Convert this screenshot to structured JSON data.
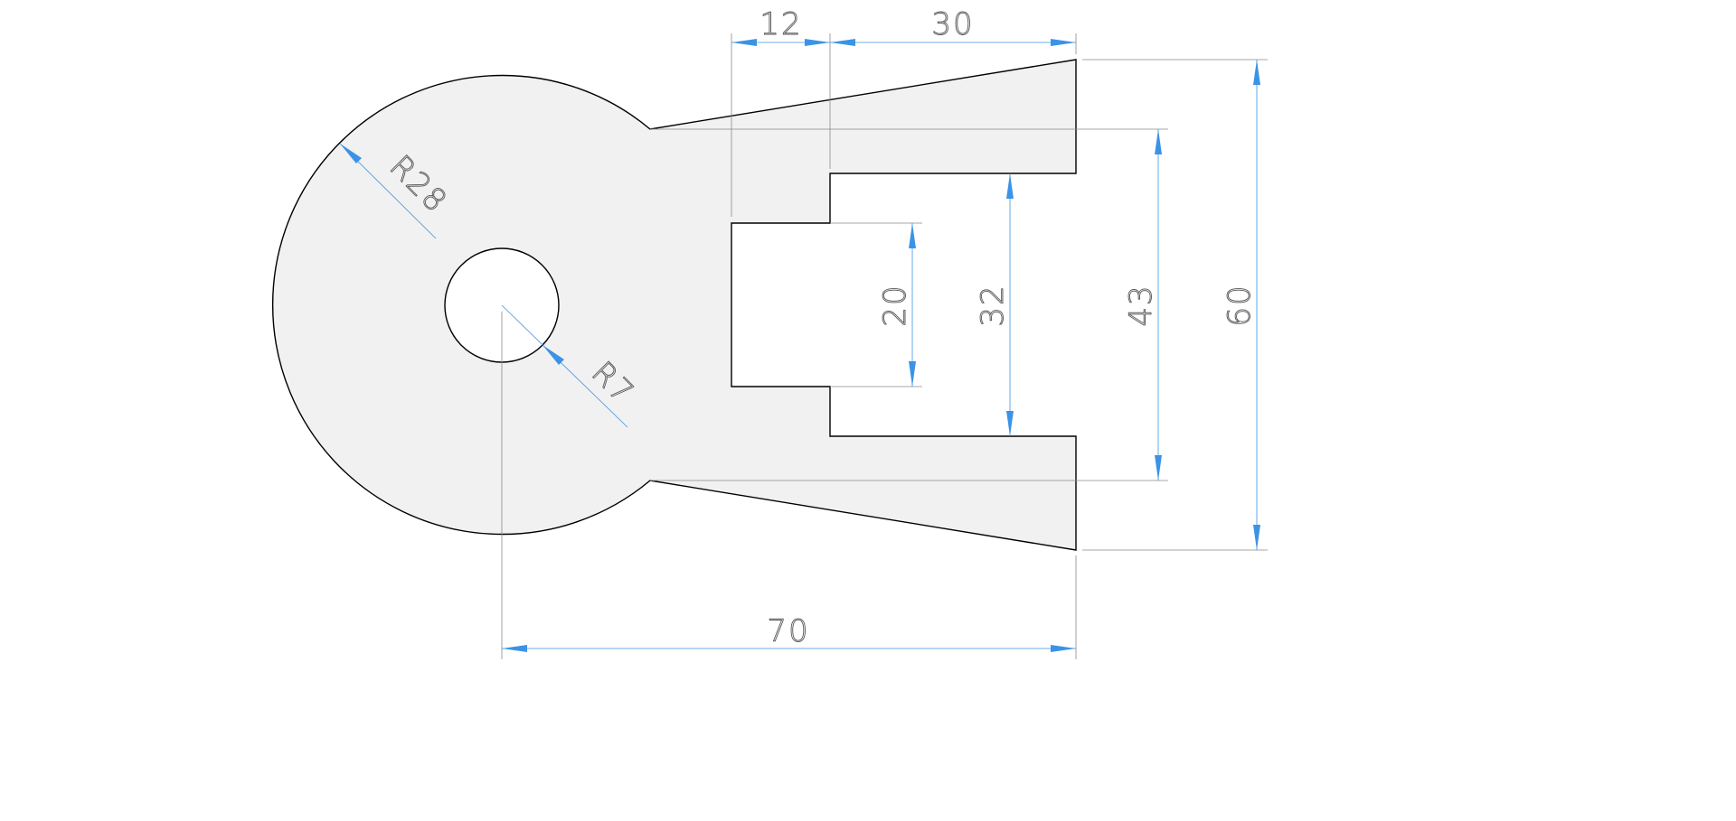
{
  "drawing": {
    "dimensions": {
      "d12": "12",
      "d30": "30",
      "d70": "70",
      "d60": "60",
      "d43": "43",
      "d32": "32",
      "d20": "20",
      "r28": "R28",
      "r7": "R7"
    },
    "colors": {
      "dimension": "#3b93e6",
      "part_fill": "#f1f1f1",
      "outline": "#000000"
    }
  }
}
